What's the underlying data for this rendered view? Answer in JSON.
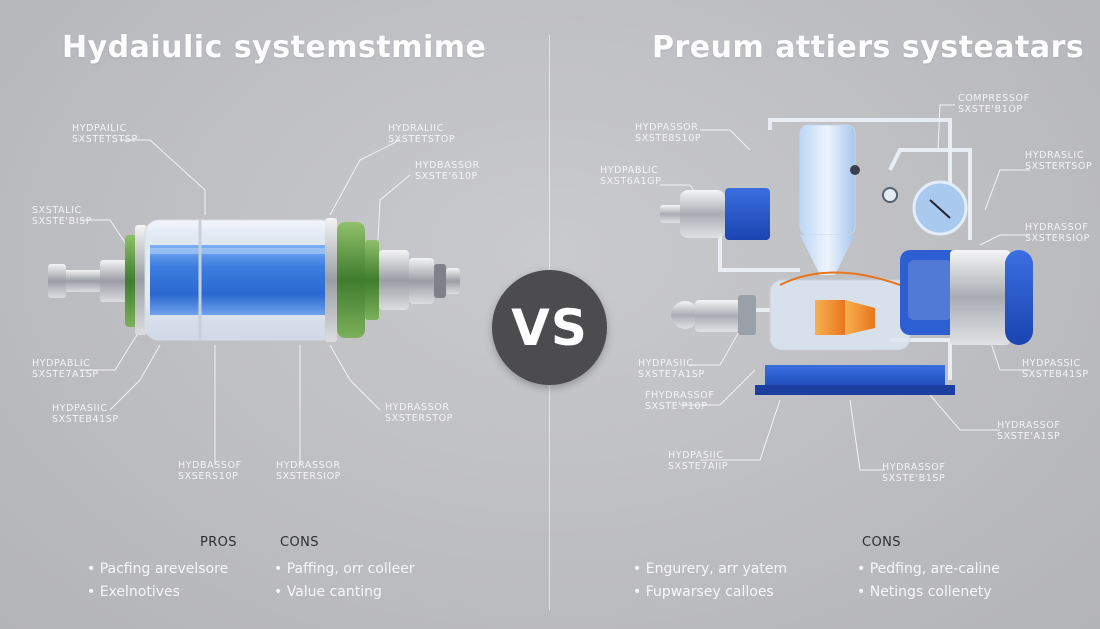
{
  "left": {
    "title": "Hydaiulic systemstmime",
    "callouts": [
      {
        "l1": "HYDPAILIC",
        "l2": "SXSTETSTSP"
      },
      {
        "l1": "HYDRALIIC",
        "l2": "SXSTETSTOP"
      },
      {
        "l1": "HYDBASSOR",
        "l2": "SXSTE'610P"
      },
      {
        "l1": "SXSTALIC",
        "l2": "SXSTE'BISP"
      },
      {
        "l1": "HYDPABLIC",
        "l2": "SXSTE7A1SP"
      },
      {
        "l1": "HYDPASIIC",
        "l2": "SXSTEB41SP"
      },
      {
        "l1": "HYDRASSOR",
        "l2": "SXSTERSTOP"
      },
      {
        "l1": "HYDBASSOF",
        "l2": "SXSERS10P"
      },
      {
        "l1": "HYDRASSOR",
        "l2": "SXSTERSIOP"
      }
    ],
    "pros_label": "PROS",
    "cons_label": "CONS",
    "pros": [
      "Pacfing arevelsore",
      "Exelnotives"
    ],
    "cons": [
      "Paffing, orr colleer",
      "Value canting"
    ]
  },
  "right": {
    "title": "Preum attiers systeatars",
    "callouts": [
      {
        "l1": "COMPRESSOF",
        "l2": "SXSTE'B1OP"
      },
      {
        "l1": "HYDPASSOR",
        "l2": "SXSTE8S10P"
      },
      {
        "l1": "HYDPABLIC",
        "l2": "SXST6A1GP"
      },
      {
        "l1": "HYDRASLIC",
        "l2": "SXSTERTSOP"
      },
      {
        "l1": "HYDRASSOF",
        "l2": "SXSTERSIOP"
      },
      {
        "l1": "HYDPASIIC",
        "l2": "SXSTE7A1SP"
      },
      {
        "l1": "FHYDRASSOF",
        "l2": "SXSTE'P10P"
      },
      {
        "l1": "HYDPASIIC",
        "l2": "SXSTE7AIIP"
      },
      {
        "l1": "HYDPASSIC",
        "l2": "SXSTEB41SP"
      },
      {
        "l1": "HYDRASSOF",
        "l2": "SXSTE'A1SP"
      },
      {
        "l1": "HYDRASSOF",
        "l2": "SXSTE'B1SP"
      }
    ],
    "cons_label": "CONS",
    "pros": [
      "Engurery, arr yatem",
      "Fupwarsey calloes"
    ],
    "cons": [
      "Pedfing, are-caline",
      "Netings collenety"
    ]
  },
  "vs_label": "VS",
  "colors": {
    "background": "#bdbec1",
    "hydraulic_blue": "#2f6fd6",
    "fitting_green": "#4f8a3a",
    "pneumatic_blue": "#1f4fc4",
    "accent_orange": "#f08a2c",
    "vs_badge": "#4c4c4e"
  }
}
